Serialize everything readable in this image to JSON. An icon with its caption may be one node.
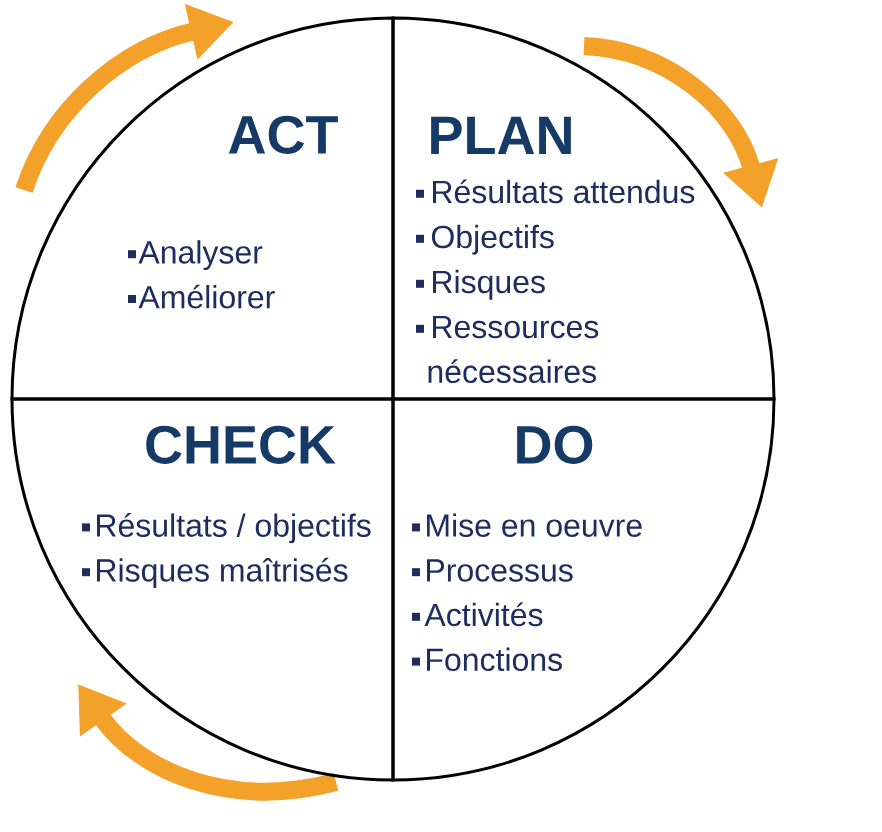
{
  "diagram": {
    "nodes": [
      {
        "text": [
          "ACT",
          "Analyser",
          "Améliorer"
        ]
      },
      {
        "text": [
          "PLAN",
          "Résultats attendus",
          "Objectifs",
          "Risques",
          "Ressources nécessaires"
        ]
      },
      {
        "text": [
          "CHECK",
          "Résultats / objectifs",
          "Risques maîtrisés"
        ]
      },
      {
        "text": [
          "DO",
          "Mise en oeuvre",
          "Processus",
          "Activités",
          "Fonctions"
        ]
      }
    ]
  }
}
